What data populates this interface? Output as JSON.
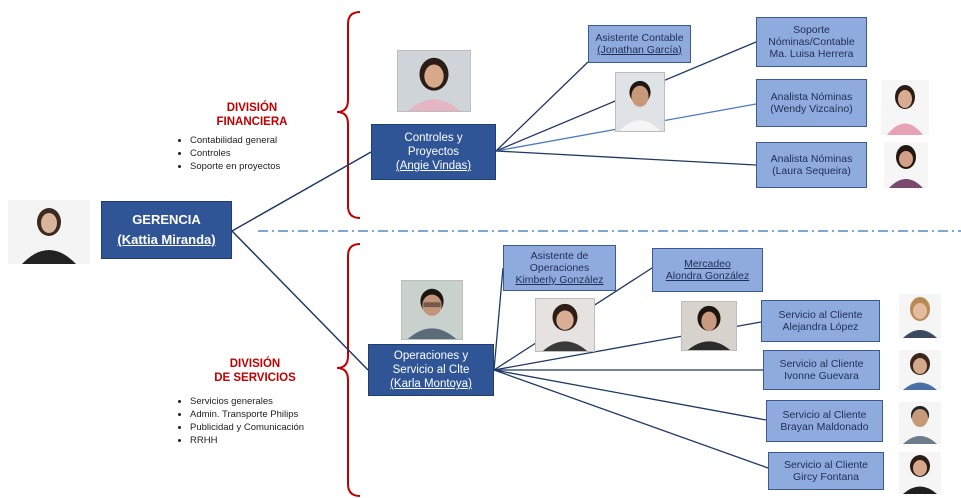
{
  "gerencia": {
    "title": "GERENCIA",
    "person": "(Kattia Miranda)"
  },
  "financiera": {
    "title_line1": "DIVISIÓN",
    "title_line2": "FINANCIERA",
    "bullets": [
      "Contabilidad general",
      "Controles",
      "Soporte en proyectos"
    ],
    "head": {
      "line1": "Controles y",
      "line2": "Proyectos",
      "person": "(Angie Vindas)"
    },
    "asistente": {
      "line1": "Asistente Contable",
      "person": "(Jonathan García)"
    },
    "soporte": {
      "line1": "Soporte",
      "line2": "Nóminas/Contable",
      "line3": "Ma. Luisa Herrera"
    },
    "analista1": {
      "line1": "Analista  Nóminas",
      "line2": "(Wendy Vizcaíno)"
    },
    "analista2": {
      "line1": "Analista  Nóminas",
      "line2": "(Laura Sequeira)"
    }
  },
  "servicios": {
    "title_line1": "DIVISIÓN",
    "title_line2": "DE SERVICIOS",
    "bullets": [
      "Servicios generales",
      "Admin. Transporte Philips",
      "Publicidad y Comunicación",
      "RRHH"
    ],
    "head": {
      "line1": "Operaciones y",
      "line2": "Servicio al Clte",
      "person": "(Karla Montoya)"
    },
    "asistente": {
      "line1": "Asistente de",
      "line2": "Operaciones",
      "person": "Kimberly González"
    },
    "mercadeo": {
      "line1": "Mercadeo",
      "line2": "Alondra González"
    },
    "sc1": {
      "line1": "Servicio  al Cliente",
      "line2": "Alejandra  López"
    },
    "sc2": {
      "line1": "Servicio  al Cliente",
      "line2": "Ivonne Guevara"
    },
    "sc3": {
      "line1": "Servicio  al Cliente",
      "line2": "Brayan Maldonado"
    },
    "sc4": {
      "line1": "Servicio al Cliente",
      "line2": "Gircy Fontana"
    }
  },
  "colors": {
    "box_dark": "#2f5597",
    "box_light": "#8faadc",
    "division_title": "#c00000",
    "bracket": "#c00000",
    "connector": "#1f3864",
    "separator": "#2e75b6"
  }
}
